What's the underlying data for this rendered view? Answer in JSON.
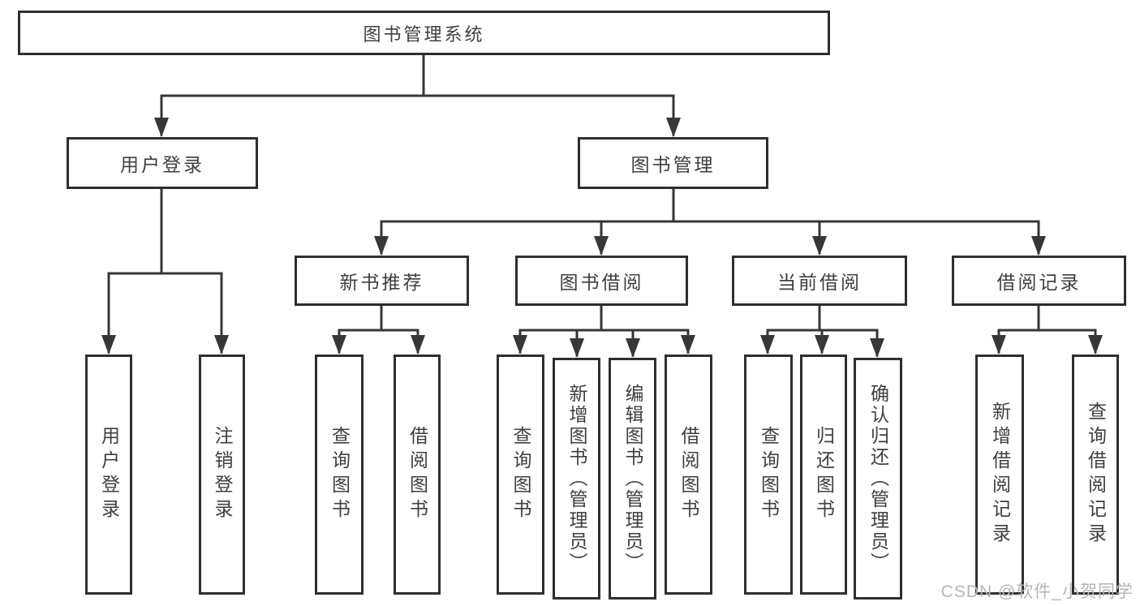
{
  "diagram": {
    "root": {
      "label": "图书管理系统"
    },
    "branches": [
      {
        "label": "用户登录",
        "children": [
          "用户登录",
          "注销登录"
        ]
      },
      {
        "label": "图书管理",
        "groups": [
          {
            "label": "新书推荐",
            "children": [
              "查询图书",
              "借阅图书"
            ]
          },
          {
            "label": "图书借阅",
            "children": [
              "查询图书",
              "新增图书（管理员）",
              "编辑图书（管理员）",
              "借阅图书"
            ]
          },
          {
            "label": "当前借阅",
            "children": [
              "查询图书",
              "归还图书",
              "确认归还（管理员）"
            ]
          },
          {
            "label": "借阅记录",
            "children": [
              "新增借阅记录",
              "查询借阅记录"
            ]
          }
        ]
      }
    ]
  },
  "watermark": {
    "text": "CSDN @软件_小贺同学"
  },
  "colors": {
    "line": "#373737",
    "box_border": "#2f2f2f",
    "text": "#3f3f3f",
    "background": "#ffffff",
    "watermark_text": "#b5b5b5"
  }
}
